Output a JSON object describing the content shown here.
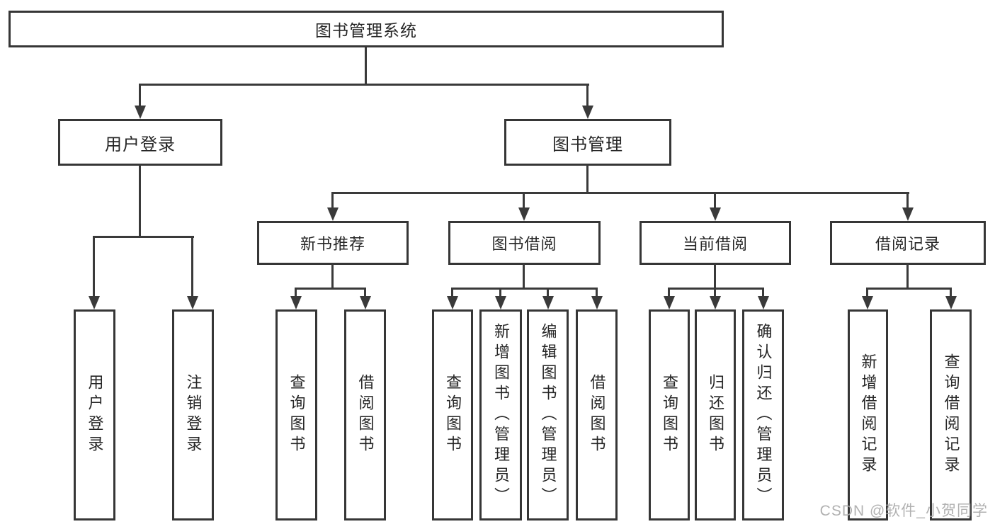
{
  "tree": {
    "label": "图书管理系统",
    "children": [
      {
        "label": "用户登录",
        "children": [
          {
            "label": "用户登录"
          },
          {
            "label": "注销登录"
          }
        ]
      },
      {
        "label": "图书管理",
        "children": [
          {
            "label": "新书推荐",
            "children": [
              {
                "label": "查询图书"
              },
              {
                "label": "借阅图书"
              }
            ]
          },
          {
            "label": "图书借阅",
            "children": [
              {
                "label": "查询图书"
              },
              {
                "label": "新增图书（管理员）"
              },
              {
                "label": "编辑图书（管理员）"
              },
              {
                "label": "借阅图书"
              }
            ]
          },
          {
            "label": "当前借阅",
            "children": [
              {
                "label": "查询图书"
              },
              {
                "label": "归还图书"
              },
              {
                "label": "确认归还（管理员）"
              }
            ]
          },
          {
            "label": "借阅记录",
            "children": [
              {
                "label": "新增借阅记录"
              },
              {
                "label": "查询借阅记录"
              }
            ]
          }
        ]
      }
    ]
  },
  "watermark": {
    "text": "CSDN @软件_小贺同学"
  },
  "colors": {
    "line": "#3a3a3a",
    "border": "#363636",
    "text": "#262626",
    "watermark": "#a8a8a8",
    "background": "#ffffff"
  }
}
